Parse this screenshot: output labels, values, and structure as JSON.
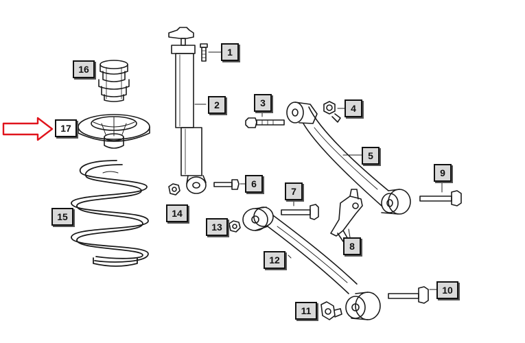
{
  "diagram": {
    "highlight_color": "#e0141c",
    "line_color": "#1a1a1a",
    "callouts": [
      {
        "id": "1",
        "label": "1"
      },
      {
        "id": "2",
        "label": "2"
      },
      {
        "id": "3",
        "label": "3"
      },
      {
        "id": "4",
        "label": "4"
      },
      {
        "id": "5",
        "label": "5"
      },
      {
        "id": "6",
        "label": "6"
      },
      {
        "id": "7",
        "label": "7"
      },
      {
        "id": "8",
        "label": "8"
      },
      {
        "id": "9",
        "label": "9"
      },
      {
        "id": "10",
        "label": "10"
      },
      {
        "id": "11",
        "label": "11"
      },
      {
        "id": "12",
        "label": "12"
      },
      {
        "id": "13",
        "label": "13"
      },
      {
        "id": "14",
        "label": "14"
      },
      {
        "id": "15",
        "label": "15"
      },
      {
        "id": "16",
        "label": "16"
      },
      {
        "id": "17",
        "label": "17"
      }
    ],
    "highlighted_part": "17"
  }
}
